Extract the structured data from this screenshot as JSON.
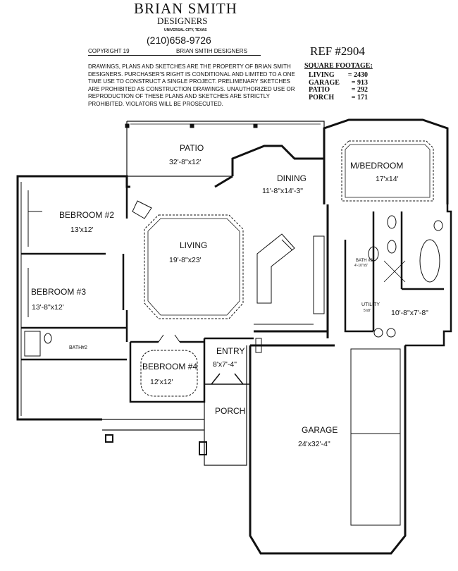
{
  "header": {
    "company": "BRIAN SMITH",
    "company_sub": "DESIGNERS",
    "city": "UNIVERSAL CITY, TEXAS",
    "phone": "(210)658-9726",
    "copyright": "COPYRIGHT 19",
    "copyright_owner": "BRIAN SMTIH DESIGNERS",
    "legal": "DRAWINGS, PLANS AND SKETCHES ARE THE PROPERTY OF BRIAN SMITH DESIGNERS. PURCHASER'S RIGHT IS CONDITIONAL AND LIMITED TO A ONE TIME USE TO CONSTRUCT A SINGLE PROJECT. PRELIMENARY SKETCHES ARE PROHIBITED AS CONSTRUCTION DRAWINGS. UNAUTHORIZED USE OR REPRODUCTION OF THESE PLANS AND SKETCHES ARE STRICTLY PROHIBITED. VIOLATORS WILL BE PROSECUTED."
  },
  "ref": "REF #2904",
  "square_footage": {
    "title": "SQUARE FOOTAGE:",
    "items": [
      {
        "label": "LIVING",
        "value": "= 2430"
      },
      {
        "label": "GARAGE",
        "value": "= 913"
      },
      {
        "label": "PATIO",
        "value": "= 292"
      },
      {
        "label": "PORCH",
        "value": "= 171"
      }
    ]
  },
  "rooms": {
    "patio": {
      "name": "PATIO",
      "size": "32'-8\"x12'"
    },
    "dining": {
      "name": "DINING",
      "size": "11'-8\"x14'-3\""
    },
    "master": {
      "name": "M/BEDROOM",
      "size": "17'x14'"
    },
    "bed2": {
      "name": "BEBROOM #2",
      "size": "13'x12'"
    },
    "living": {
      "name": "LIVING",
      "size": "19'-8\"x23'"
    },
    "bed3": {
      "name": "BEBROOM #3",
      "size": "13'-8\"x12'"
    },
    "bath2": {
      "name": "BATH#2"
    },
    "bath3": {
      "name": "BATH #3",
      "size": "4'-10\"x5'"
    },
    "utility": {
      "name": "UTILITY",
      "size": "5'x8'"
    },
    "closet": {
      "size": "10'-8\"x7'-8\""
    },
    "bed4": {
      "name": "BEBROOM #4",
      "size": "12'x12'"
    },
    "entry": {
      "name": "ENTRY",
      "size": "8'x7'-4\""
    },
    "porch": {
      "name": "PORCH"
    },
    "garage": {
      "name": "GARAGE",
      "size": "24'x32'-4\""
    }
  }
}
